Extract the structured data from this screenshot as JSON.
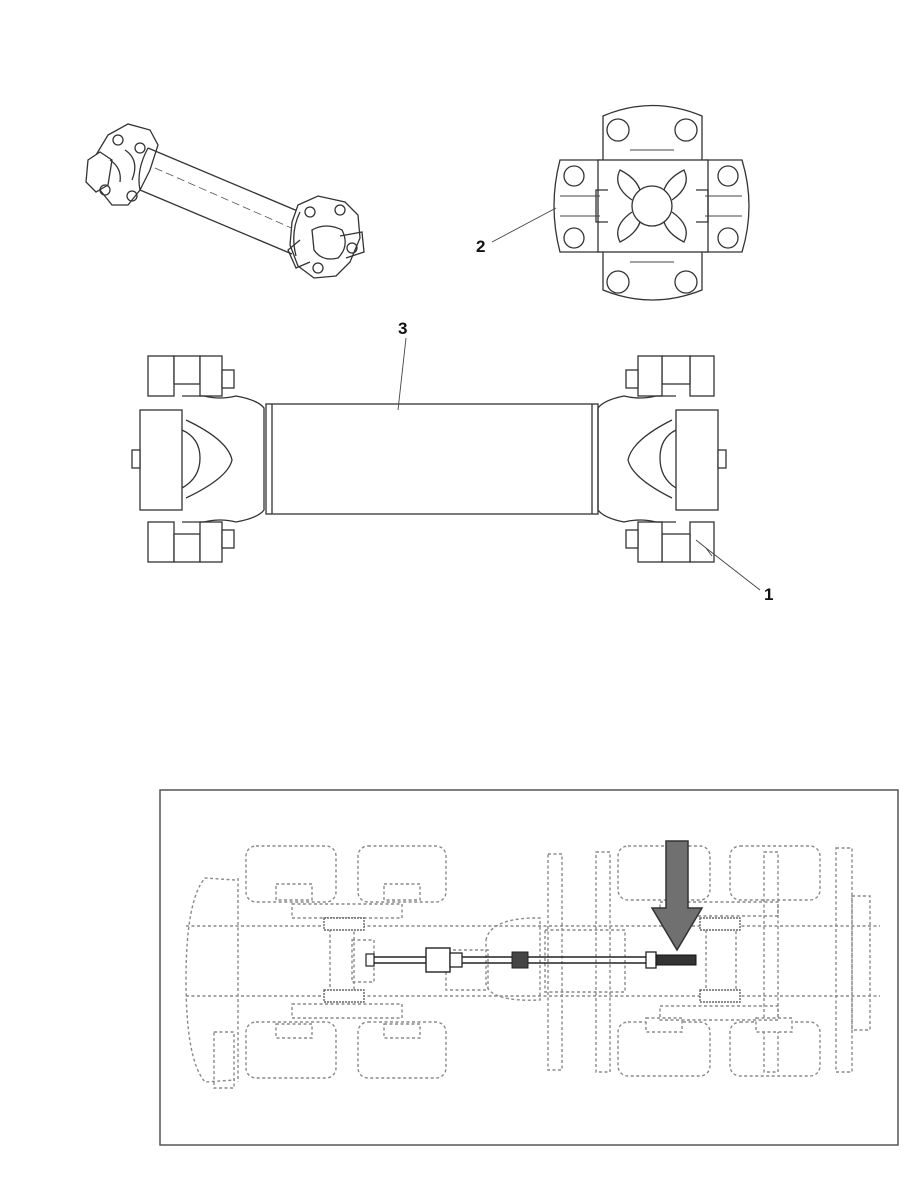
{
  "callouts": {
    "part_1": "1",
    "part_2": "2",
    "part_3": "3"
  },
  "colors": {
    "line": "#333333",
    "dashed_outline": "#8a8a8a",
    "arrow_fill": "#707070",
    "frame": "#555555"
  },
  "icons": {
    "location_indicator": "down-arrow"
  }
}
